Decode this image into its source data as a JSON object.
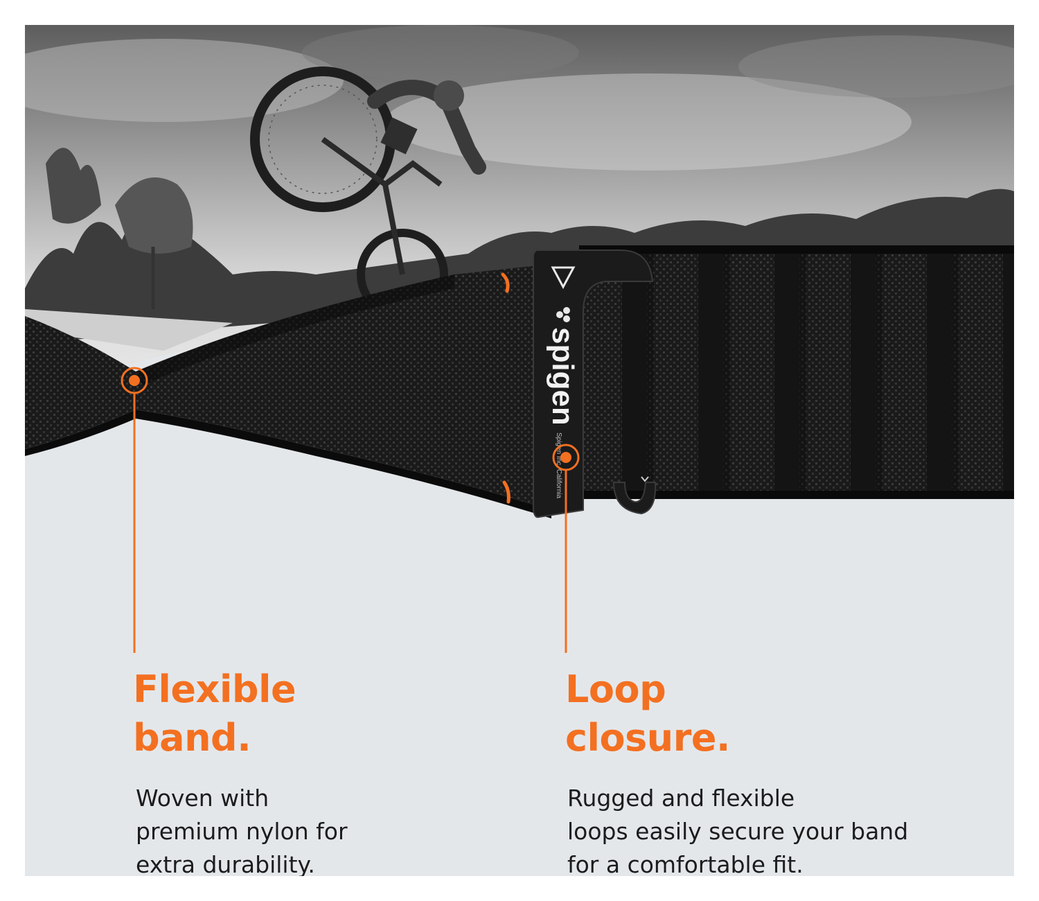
{
  "brand": {
    "logo_text": "spigen",
    "logo_subtext": "Spigen Inc. California",
    "accent_color": "#f37021",
    "band_color": "#1c1c1c",
    "background_color": "#e4e7ea"
  },
  "image": {
    "icons": [
      "bmx-rider-icon",
      "trees-icon",
      "triangle-icon",
      "spigen-logo-icon",
      "chevron-down-icon"
    ]
  },
  "features": [
    {
      "title": "Flexible\nband.",
      "description": "Woven with\npremium nylon for\nextra durability."
    },
    {
      "title": "Loop\nclosure.",
      "description": "Rugged and flexible\nloops easily secure your band\nfor a comfortable fit."
    }
  ]
}
